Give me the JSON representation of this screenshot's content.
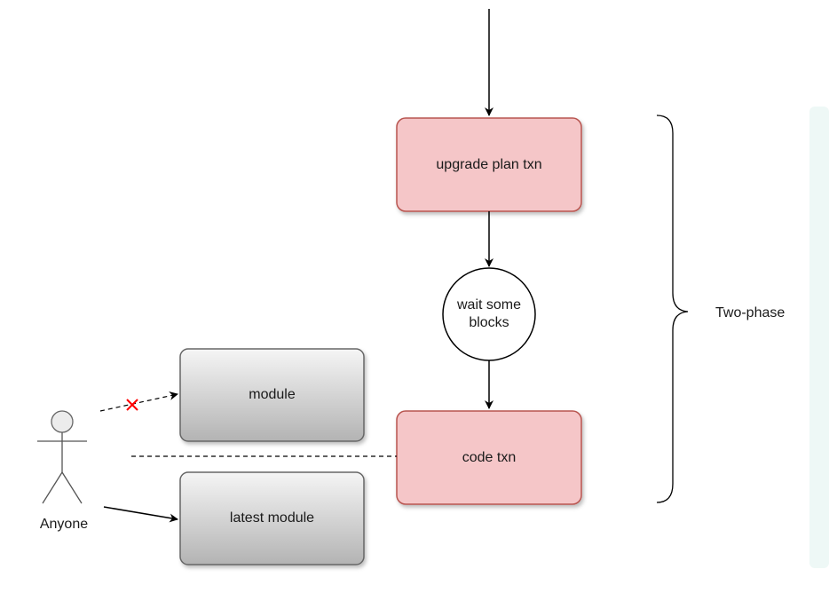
{
  "diagram": {
    "nodes": {
      "upgrade_plan": {
        "label": "upgrade plan txn",
        "kind": "process",
        "fill": "#f5c6c8",
        "stroke": "#b85450"
      },
      "wait": {
        "label": "wait some\nblocks",
        "kind": "delay",
        "fill": "#ffffff",
        "stroke": "#000000"
      },
      "code_txn": {
        "label": "code txn",
        "kind": "process",
        "fill": "#f5c6c8",
        "stroke": "#b85450"
      },
      "module": {
        "label": "module",
        "kind": "store",
        "fill_top": "#f5f5f5",
        "fill_bottom": "#b3b3b3",
        "stroke": "#666666"
      },
      "latest_module": {
        "label": "latest module",
        "kind": "store",
        "fill_top": "#f5f5f5",
        "fill_bottom": "#b3b3b3",
        "stroke": "#666666"
      },
      "actor": {
        "label": "Anyone",
        "kind": "actor",
        "icon": "stick-figure-icon"
      }
    },
    "edges": [
      {
        "from": "top",
        "to": "upgrade_plan",
        "style": "solid"
      },
      {
        "from": "upgrade_plan",
        "to": "wait",
        "style": "solid"
      },
      {
        "from": "wait",
        "to": "code_txn",
        "style": "solid"
      },
      {
        "from": "actor",
        "to": "module",
        "style": "dashed",
        "marker": "X",
        "marker_color": "#ff0000"
      },
      {
        "from": "actor",
        "to": "latest_module",
        "style": "solid"
      },
      {
        "from": "actor",
        "to": "code_txn",
        "style": "dashed",
        "arrow": false
      }
    ],
    "brace": {
      "label": "Two-phase",
      "icon": "right-brace-icon"
    }
  }
}
